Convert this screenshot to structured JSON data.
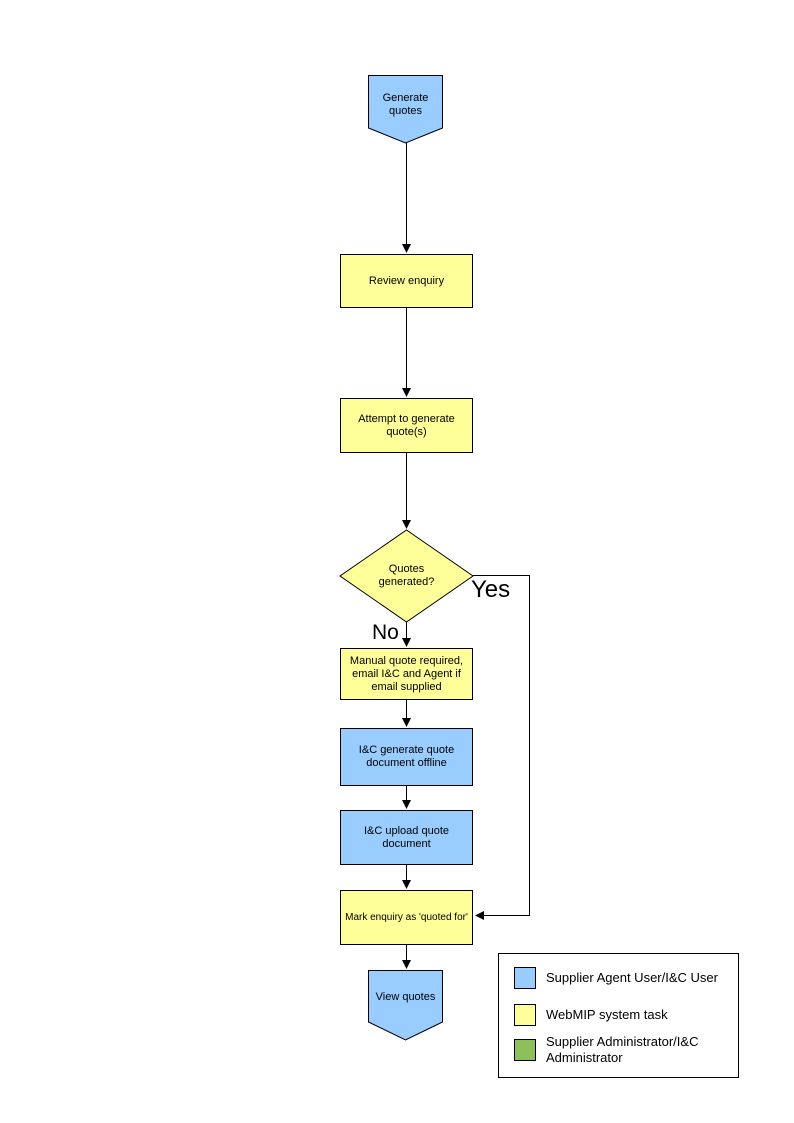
{
  "colors": {
    "actor_blue": "#99CCFF",
    "system_yellow": "#FFFF99",
    "admin_green": "#8DC05A",
    "line_black": "#000000"
  },
  "nodes": {
    "start_label": "Generate quotes",
    "review_label": "Review enquiry",
    "attempt_label": "Attempt to generate quote(s)",
    "decision_label": "Quotes generated?",
    "manual_label": "Manual quote required, email I&C and Agent if email supplied",
    "offline_label": "I&C generate quote document offline",
    "upload_label": "I&C upload quote document",
    "mark_label": "Mark enquiry as 'quoted for'",
    "end_label": "View quotes"
  },
  "edges": {
    "yes_label": "Yes",
    "no_label": "No"
  },
  "legend": {
    "items": [
      {
        "label": "Supplier Agent User/I&C User",
        "color": "#99CCFF"
      },
      {
        "label": "WebMIP system task",
        "color": "#FFFF99"
      },
      {
        "label": "Supplier Administrator/I&C Administrator",
        "color": "#8DC05A"
      }
    ]
  }
}
